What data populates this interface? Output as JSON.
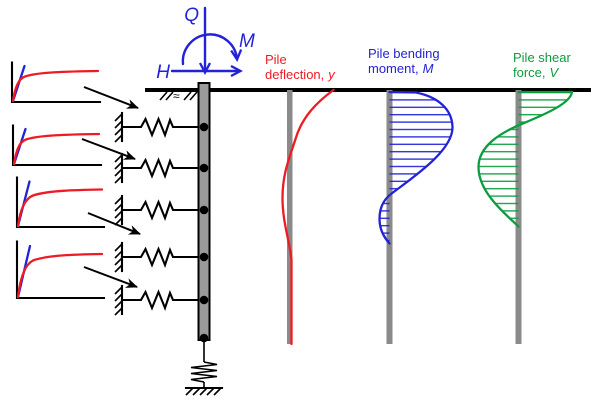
{
  "figure": {
    "description": "Winkler (p-y) spring model of a laterally loaded pile with resulting deflection, bending moment and shear force distributions"
  },
  "loads": {
    "axial": "Q",
    "moment": "M",
    "lateral": "H"
  },
  "result_labels": {
    "deflection": {
      "line1": "Pile",
      "line2": "deflection,",
      "symbol": "y",
      "color": "#ed1c24"
    },
    "bending_moment": {
      "line1": "Pile bending",
      "line2": "moment,",
      "symbol": "M",
      "color": "#2222d8"
    },
    "shear": {
      "line1": "Pile shear",
      "line2": "force,",
      "symbol": "V",
      "color": "#0d9c3f"
    }
  },
  "model": {
    "py_curve_plots": 4,
    "lateral_springs": 5,
    "base_springs": 1,
    "pile_nodes": 6,
    "ground_marks": {
      "mid": "≈"
    }
  },
  "colors": {
    "deflection_curve": "#ed1c24",
    "moment_curve": "#2222d8",
    "shear_curve": "#0d9c3f",
    "load_arrows": "#2222d8",
    "py_initial_stiffness_line": "#2222d8",
    "py_curve": "#ed1c24",
    "pile_fill": "#9a9a9a",
    "result_pile_gray": "#8a8a8a",
    "ink": "#000000"
  }
}
